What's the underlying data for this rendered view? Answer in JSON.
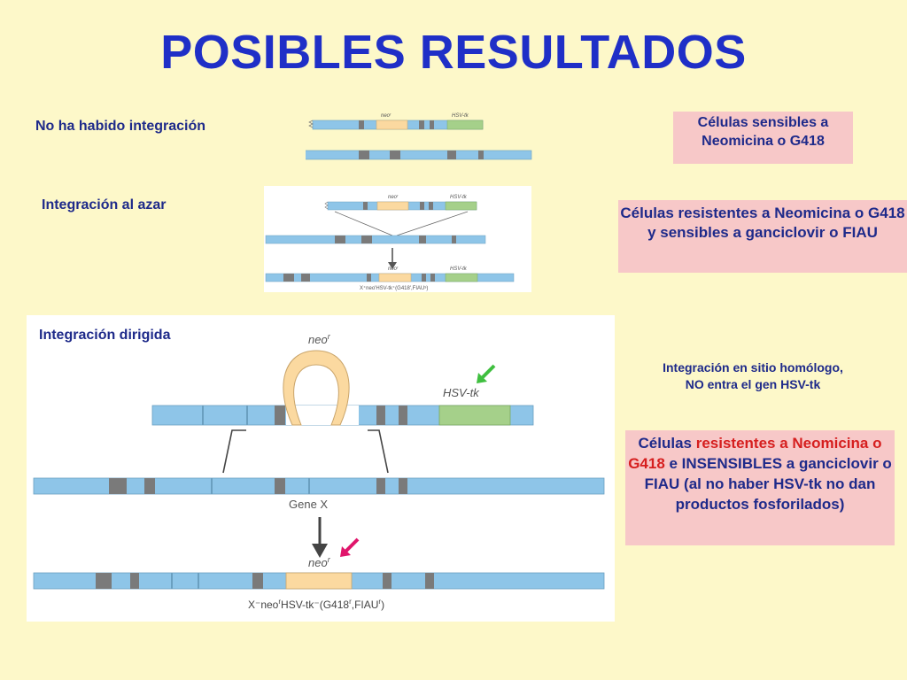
{
  "title": "POSIBLES RESULTADOS",
  "rows": {
    "none": {
      "label": "No ha habido integración",
      "result": "Células sensibles a Neomicina o G418"
    },
    "random": {
      "label": "Integración al azar",
      "result": "Células resistentes a Neomicina o G418 y sensibles a ganciclovir o FIAU"
    },
    "directed": {
      "label": "Integración dirigida",
      "note_line1": "Integración en sitio homólogo,",
      "note_line2": "NO entra el gen HSV-tk",
      "result_a": "Células ",
      "result_b": "resistentes a Neomicina o G418",
      "result_c": " e INSENSIBLES a ganciclovir o FIAU (al no haber HSV-tk no dan productos fosforilados)"
    }
  },
  "diagram_labels": {
    "neo": "neo",
    "neo_sup": "r",
    "hsv": "HSV-tk",
    "gene": "Gene X",
    "small_result": "X⁺neo'HSV-tk⁺(G418',FIAUˢ)",
    "result_a": "X⁻neo",
    "result_b": "HSV-tk⁻(G418",
    "result_c": ",FIAU",
    "result_d": ")"
  },
  "colors": {
    "chromosome": "#8ec5e8",
    "marker": "#7a7a7a",
    "neo": "#fbd9a0",
    "hsv": "#a5d08a",
    "arrow_green": "#3fbf3f",
    "arrow_pink": "#e0156b"
  }
}
